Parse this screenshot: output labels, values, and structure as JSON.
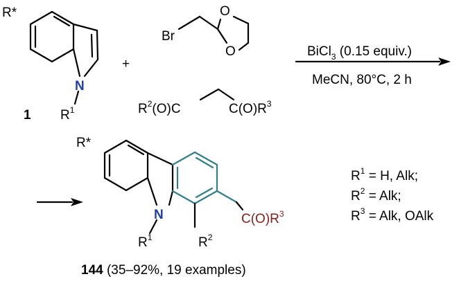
{
  "reactant1": {
    "substituent": "R*",
    "n_label": "N",
    "r1_base": "R",
    "r1_sup": "1",
    "compound_number": "1"
  },
  "reagent_bromide": {
    "br_label": "Br",
    "o_label": "O"
  },
  "reagent_malonate": {
    "r2_base": "R",
    "r2_sup": "2",
    "left_group": "(O)C",
    "right_group": "C(O)R",
    "r3_sup": "3"
  },
  "plus_sign": "+",
  "conditions": {
    "catalyst_pre": "BiCl",
    "catalyst_sub": "3",
    "catalyst_post": " (0.15 equiv.)",
    "line2": "MeCN, 80°C, 2 h"
  },
  "product": {
    "substituent": "R*",
    "n_label": "N",
    "r1_base": "R",
    "r1_sup": "1",
    "r2_base": "R",
    "r2_sup": "2",
    "ester_group": "C(O)R",
    "ester_sup": "3",
    "compound_number": "144",
    "yield_text": " (35–92%, 19 examples)"
  },
  "definitions": [
    {
      "base": "R",
      "sup": "1",
      "text": " = H, Alk;"
    },
    {
      "base": "R",
      "sup": "2",
      "text": " = Alk;"
    },
    {
      "base": "R",
      "sup": "3",
      "text": " = Alk, OAlk"
    }
  ],
  "colors": {
    "nitrogen": "#1f3fae",
    "new_ring": "#2f7f86",
    "ester": "#8b1a1a"
  }
}
